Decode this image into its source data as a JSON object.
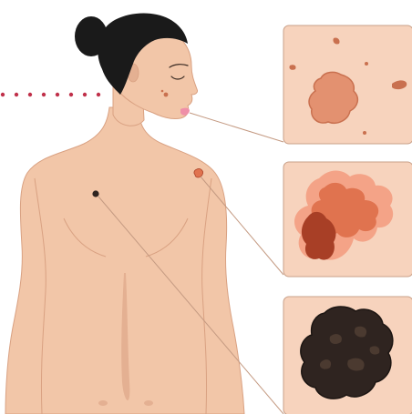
{
  "colors": {
    "skin": "#f2c6a8",
    "skin_shadow": "#e4b092",
    "skin_outline": "#d9a182",
    "hair": "#1a1a1a",
    "lips": "#ef8fa8",
    "panel_bg": "#f7d3bd",
    "panel_border": "#c9a089",
    "connector": "#c49a82",
    "dotted_line": "#c0304a",
    "lesion_light_fill": "#e39170",
    "lesion_light_edge": "#c9704f",
    "lesion_mid_outer": "#f4a387",
    "lesion_mid_core": "#e0734f",
    "lesion_mid_dark": "#a83f26",
    "lesion_dark_fill": "#2f2420",
    "lesion_dark_texture": "#4b3a30"
  },
  "panels": [
    {
      "id": "top",
      "lesion": "irregular-light-mole"
    },
    {
      "id": "middle",
      "lesion": "irregular-multicolor-lesion"
    },
    {
      "id": "bottom",
      "lesion": "dark-irregular-lesion"
    }
  ],
  "icons": {
    "dotted_pointer": "dotted-line"
  }
}
